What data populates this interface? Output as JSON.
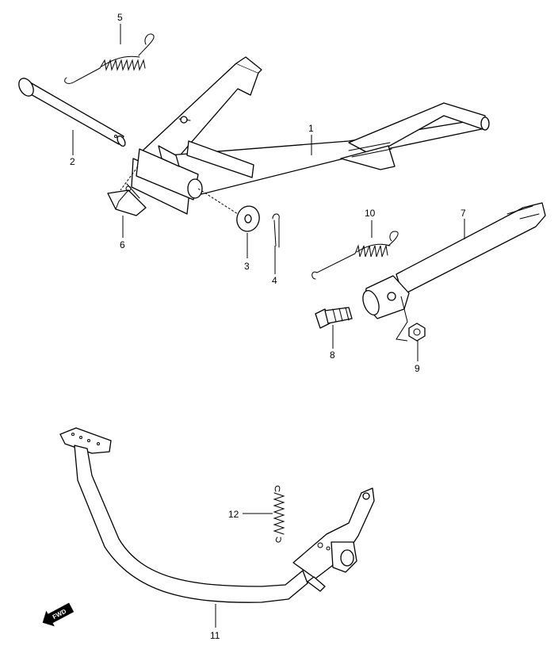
{
  "callouts": {
    "c1": "1",
    "c2": "2",
    "c3": "3",
    "c4": "4",
    "c5": "5",
    "c6": "6",
    "c7": "7",
    "c8": "8",
    "c9": "9",
    "c10": "10",
    "c11": "11",
    "c12": "12"
  },
  "direction_badge": {
    "label": "FWD",
    "icon": "forward-arrow-icon"
  }
}
